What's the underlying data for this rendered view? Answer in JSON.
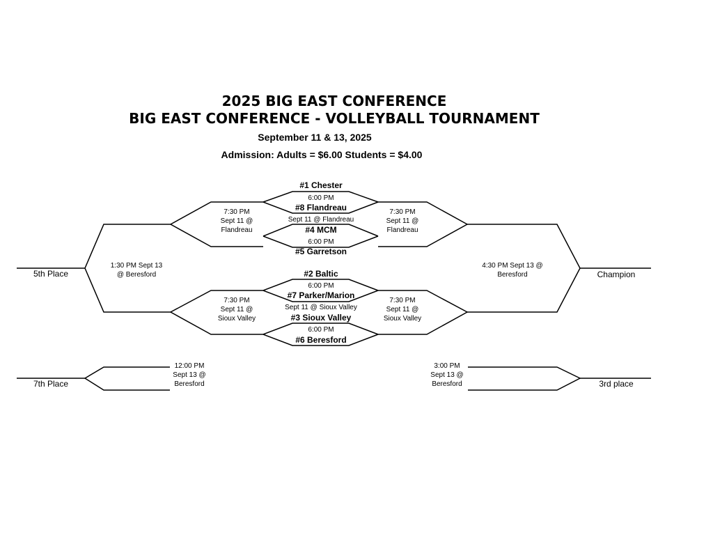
{
  "header": {
    "title1": "2025 BIG EAST CONFERENCE",
    "title2": "BIG EAST CONFERENCE - VOLLEYBALL TOURNAMENT",
    "dates": "September 11 & 13, 2025",
    "admission": "Admission: Adults = $6.00   Students = $4.00"
  },
  "teams": {
    "t1": "#1 Chester",
    "t8": "#8 Flandreau",
    "t4": "#4 MCM",
    "t5": "#5 Garretson",
    "t2": "#2 Baltic",
    "t7": "#7 Parker/Marion",
    "t3": "#3 Sioux Valley",
    "t6": "#6 Beresford"
  },
  "games": {
    "g18_time": "6:00 PM",
    "flandreau_site": "Sept 11 @ Flandreau",
    "g45_time": "6:00 PM",
    "g27_time": "6:00 PM",
    "siouxvalley_site": "Sept 11 @ Sioux Valley",
    "g36_time": "6:00 PM",
    "semi_top_left": [
      "7:30 PM",
      "Sept 11 @",
      "Flandreau"
    ],
    "semi_top_right": [
      "7:30 PM",
      "Sept 11 @",
      "Flandreau"
    ],
    "semi_bot_left": [
      "7:30 PM",
      "Sept 11 @",
      "Sioux Valley"
    ],
    "semi_bot_right": [
      "7:30 PM",
      "Sept 11 @",
      "Sioux Valley"
    ],
    "fifth": [
      "1:30 PM  Sept 13",
      "@ Beresford"
    ],
    "champ": [
      "4:30 PM  Sept 13 @",
      "Beresford"
    ],
    "seventh": [
      "12:00 PM",
      "Sept 13 @",
      "Beresford"
    ],
    "third": [
      "3:00 PM",
      "Sept 13 @",
      "Beresford"
    ]
  },
  "places": {
    "fifth": "5th Place",
    "champion": "Champion",
    "seventh": "7th Place",
    "third": "3rd place"
  }
}
